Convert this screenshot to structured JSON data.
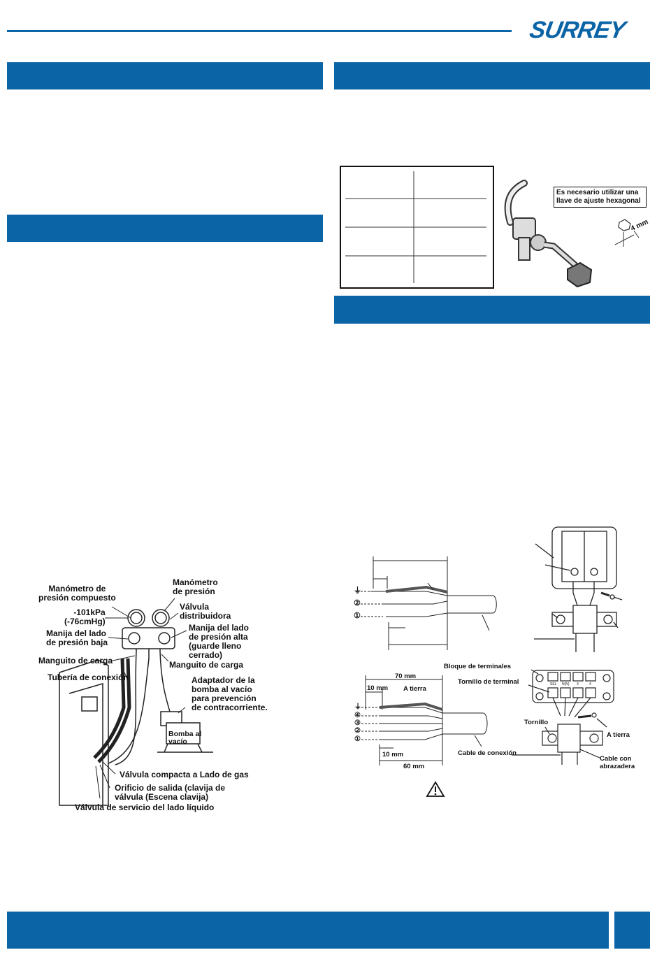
{
  "header": {
    "logo": "SURREY"
  },
  "gauge_diagram": {
    "labels": {
      "compound_gauge": "Manómetro de\npresión compuesto",
      "pressure_gauge": "Manómetro\nde presión",
      "manifold_valve": "Válvula\ndistribuidora",
      "vacuum_reading": "-101kPa\n(-76cmHg)",
      "low_handle": "Manija del lado\nde presión baja",
      "high_handle": "Manija del lado\nde presión alta\n(guarde lleno\ncerrado)",
      "charge_hose_left": "Manguito de carga",
      "charge_hose_right": "Manguito de carga",
      "connection_pipe": "Tubería de conexión",
      "backflow_adapter": "Adaptador de la\nbomba al vacío\npara prevención\nde contracorriente.",
      "vacuum_pump": "Bomba al\nvacío",
      "gas_valve": "Válvula compacta a Lado de gas",
      "outlet": "Orificio de salida (clavija de\nválvula (Escena clavija)",
      "liquid_valve": "Válvula de servicio del lado líquido"
    }
  },
  "hex_wrench": {
    "callout": "Es necesario utilizar una\nllave de ajuste hexagonal",
    "dimension": "4 mm"
  },
  "wiring_diagram": {
    "bottom_cable": {
      "length_total": "70 mm",
      "length_strip": "10 mm",
      "ground": "A tierra",
      "strip_bottom": "10 mm",
      "length_bottom": "60 mm",
      "cable": "Cable de conexión",
      "terminals": [
        "⏚",
        "④",
        "③",
        "②",
        "①"
      ]
    },
    "top_cable": {
      "terminals": [
        "⏚",
        "②",
        "①"
      ]
    },
    "terminal_block": {
      "block": "Bloque de terminales",
      "screw": "Tornillo de terminal",
      "tornillo": "Tornillo",
      "ground": "A tierra",
      "clamp": "Cable con\nabrazadera",
      "terminal_marks": [
        "SEL",
        "N(N)",
        "3",
        "4"
      ]
    },
    "warning_icon": "warning-triangle"
  },
  "colors": {
    "brand_blue": "#0b64a6"
  }
}
